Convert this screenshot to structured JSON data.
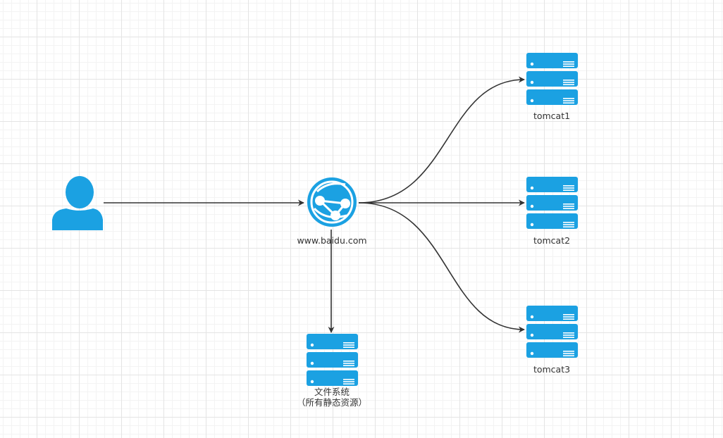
{
  "diagram": {
    "accent_color": "#1ba1e2",
    "edge_color": "#333333",
    "nodes": {
      "user": {
        "icon": "user-icon"
      },
      "web": {
        "icon": "web-app-icon",
        "label": "www.baidu.com"
      },
      "tomcat1": {
        "icon": "server-rack-icon",
        "label": "tomcat1"
      },
      "tomcat2": {
        "icon": "server-rack-icon",
        "label": "tomcat2"
      },
      "tomcat3": {
        "icon": "server-rack-icon",
        "label": "tomcat3"
      },
      "filesystem": {
        "icon": "server-rack-icon",
        "label_line1": "文件系统",
        "label_line2": "（所有静态资源）"
      }
    },
    "edges": [
      {
        "from": "user",
        "to": "web"
      },
      {
        "from": "web",
        "to": "tomcat1"
      },
      {
        "from": "web",
        "to": "tomcat2"
      },
      {
        "from": "web",
        "to": "tomcat3"
      },
      {
        "from": "web",
        "to": "filesystem"
      }
    ]
  }
}
